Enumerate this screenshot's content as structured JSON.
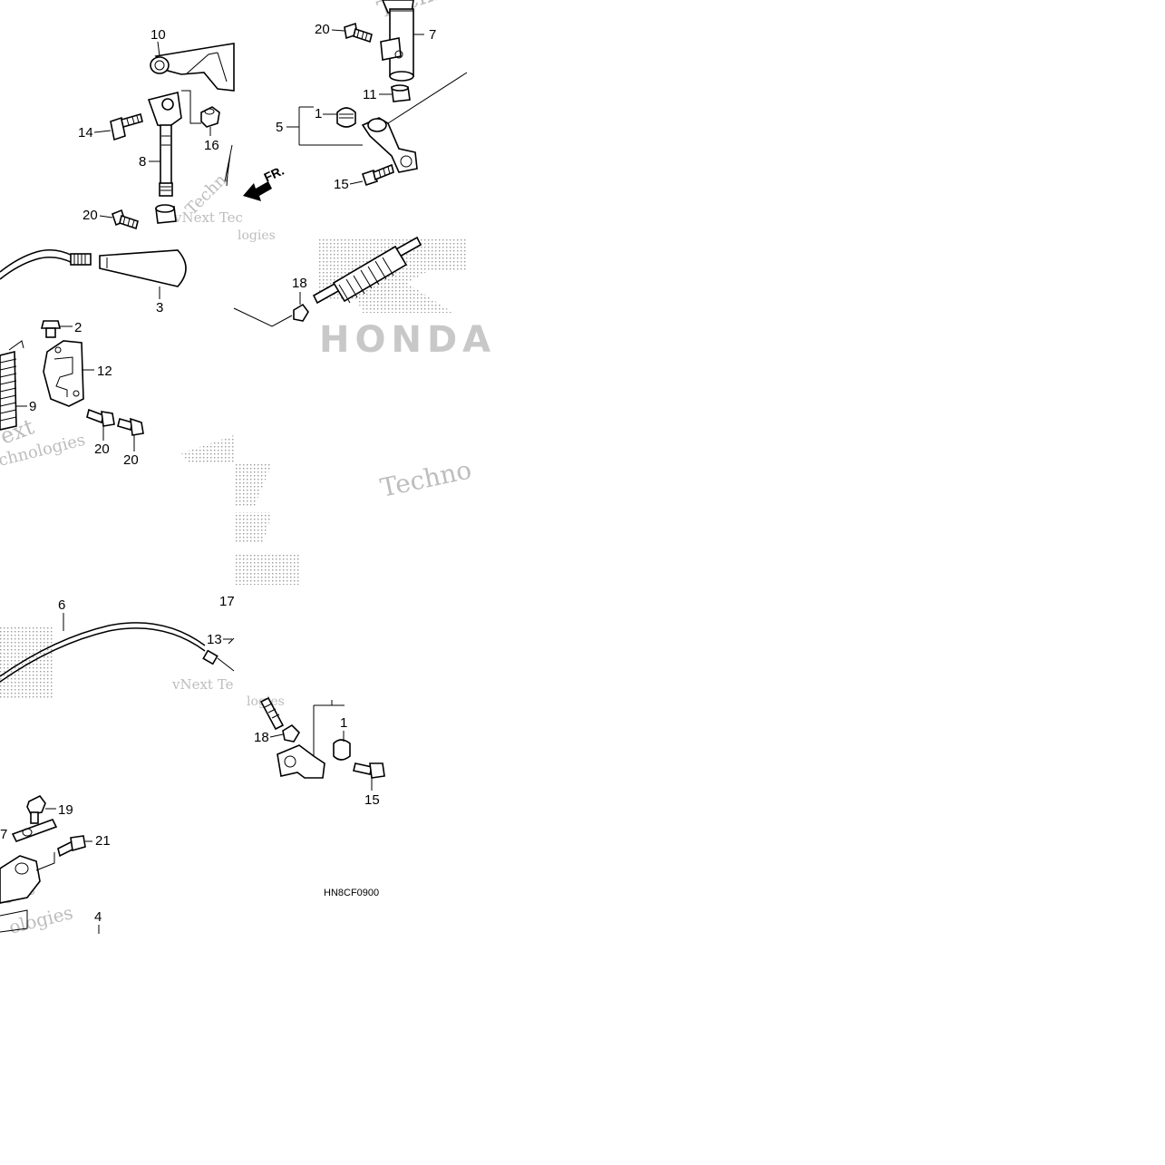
{
  "diagram": {
    "callouts": {
      "c10": "10",
      "c14": "14",
      "c16": "16",
      "c8": "8",
      "c20a": "20",
      "c20b": "20",
      "c7": "7",
      "c11": "11",
      "c5": "5",
      "c1a": "1",
      "c15a": "15",
      "c18a": "18",
      "c3": "3",
      "c2": "2",
      "c12": "12",
      "c9": "9",
      "c20c": "20",
      "c20d": "20",
      "c6": "6",
      "c17": "17",
      "c13": "13",
      "c18b": "18",
      "c1b": "1",
      "c15b": "15",
      "c19": "19",
      "c21": "21",
      "c4": "4"
    },
    "direction_marker": "FR.",
    "diagram_code": "HN8CF0900",
    "watermarks": {
      "w1": "vNext Tec",
      "w2": "logies",
      "w3": "Techno",
      "w4": "Techno",
      "w5": "ext",
      "w6": "chnologies",
      "w7": "vNext Te",
      "w8": "logies",
      "w9": "ext",
      "w10": "ologies",
      "w11": "Techn"
    },
    "brand_watermark": "HONDA"
  }
}
